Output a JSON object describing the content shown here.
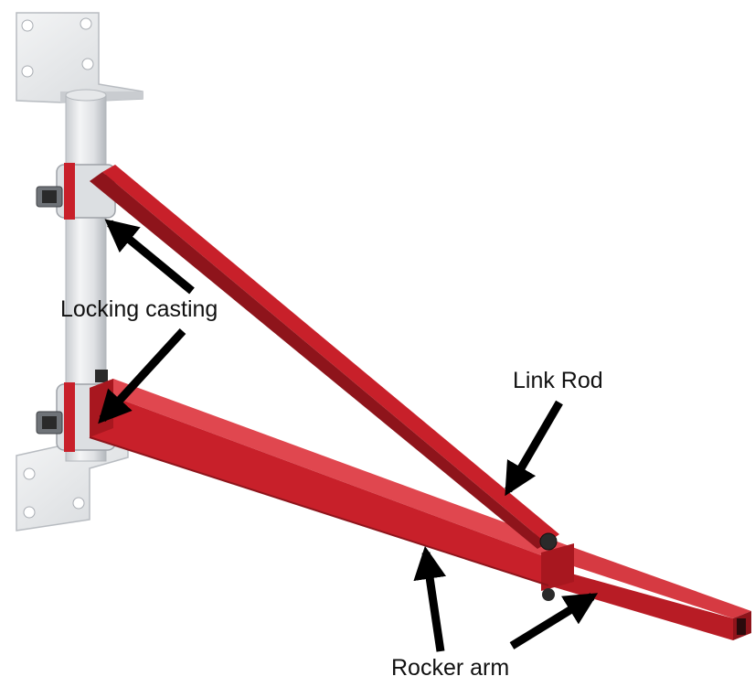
{
  "labels": {
    "locking_casting": "Locking casting",
    "link_rod": "Link Rod",
    "rocker_arm": "Rocker arm"
  },
  "colors": {
    "background": "#ffffff",
    "arm_red": "#c8202a",
    "arm_red_dark": "#8e141b",
    "arm_red_light": "#e0474f",
    "steel_light": "#eef0f2",
    "steel_mid": "#d3d6da",
    "steel_dark": "#a9adb3",
    "bolt": "#2a2a2a",
    "arrow": "#000000"
  },
  "icons": {
    "arrow": "arrow-icon",
    "bolt": "bolt-icon"
  }
}
